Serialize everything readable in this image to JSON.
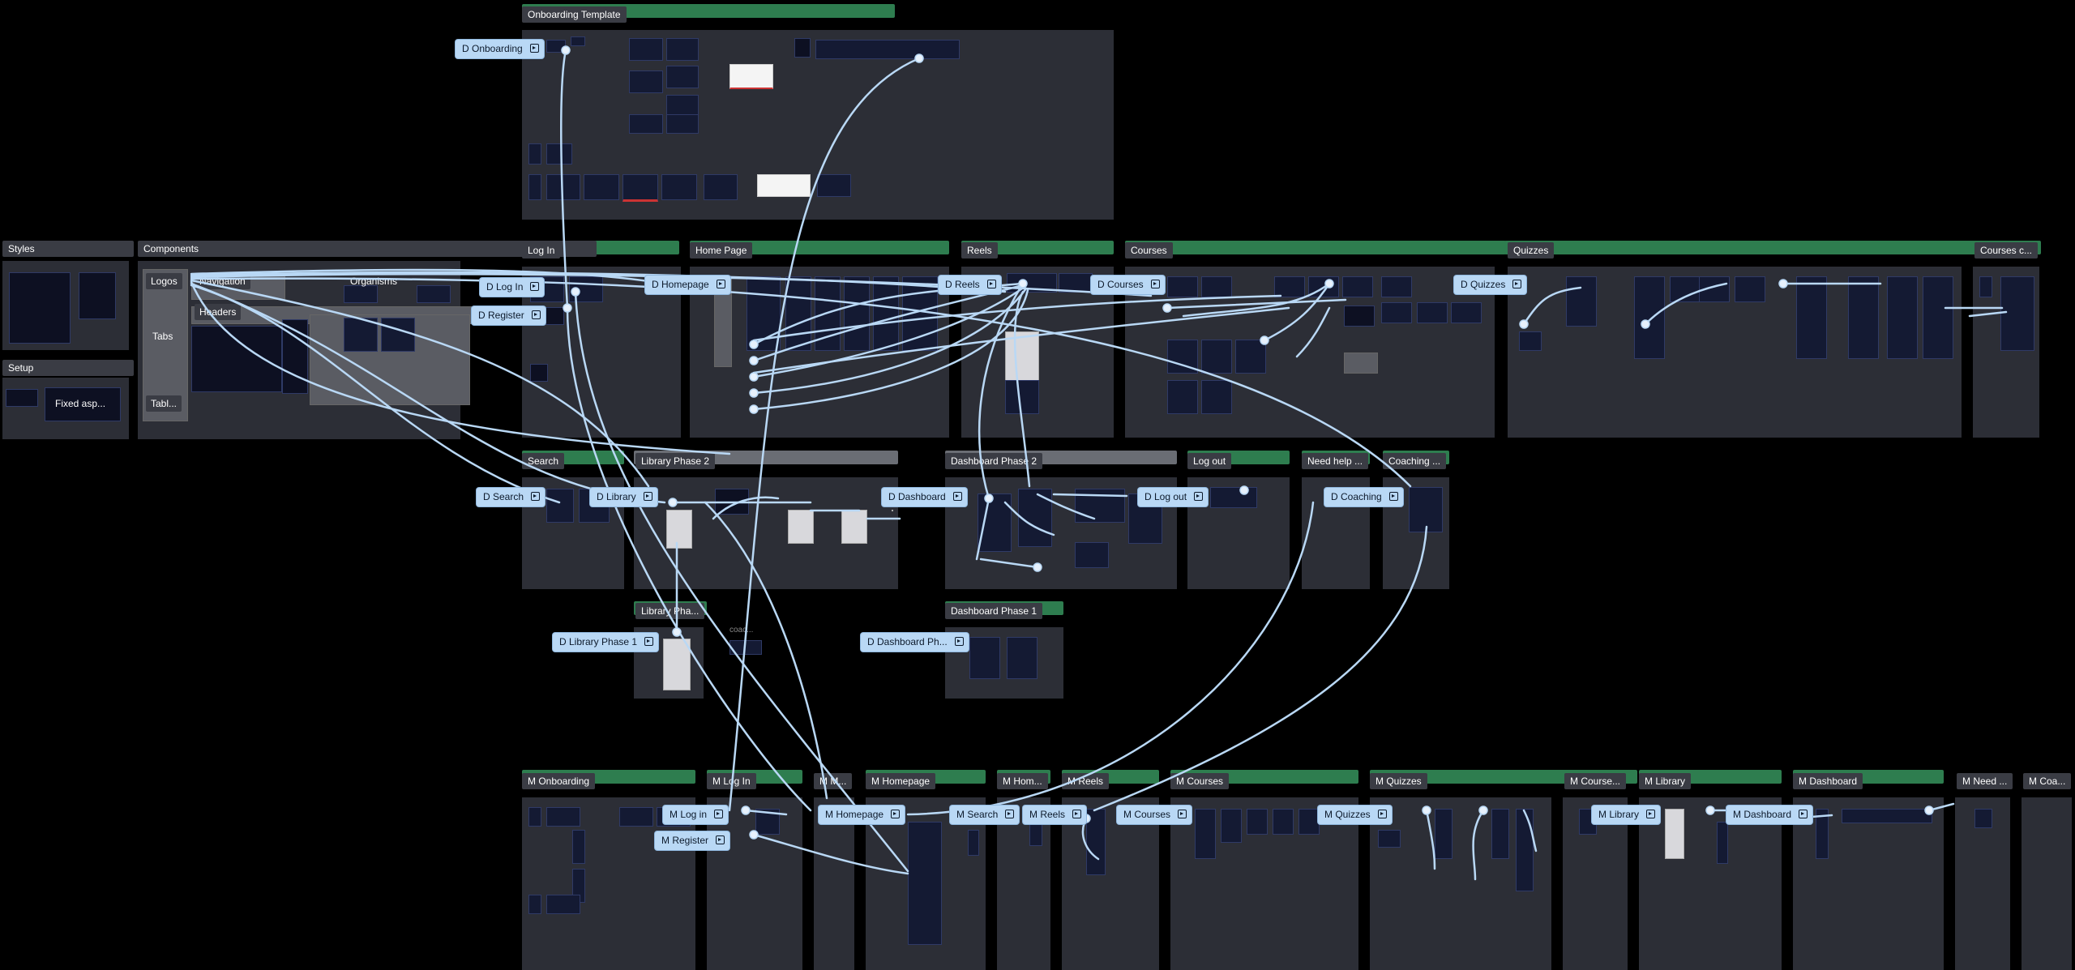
{
  "canvas": {
    "background": "#000000",
    "section_color": "#2c2e36",
    "bar_color": "#2e7d4f",
    "connector_color": "#b9d8f5"
  },
  "sections": {
    "onboarding_template": "Onboarding Template",
    "styles": "Styles",
    "components": "Components",
    "setup": "Setup",
    "log_in": "Log In",
    "home_page": "Home Page",
    "reels": "Reels",
    "courses": "Courses",
    "quizzes": "Quizzes",
    "courses_c": "Courses c...",
    "search": "Search",
    "library_phase_2": "Library Phase 2",
    "dashboard_phase_2": "Dashboard Phase 2",
    "log_out": "Log out",
    "need_help": "Need help ...",
    "coaching": "Coaching ...",
    "library_phase_1": "Library Pha...",
    "dashboard_phase_1": "Dashboard Phase 1",
    "m_onboarding": "M Onboarding",
    "m_log_in": "M Log In",
    "m_m": "M M...",
    "m_homepage": "M Homepage",
    "m_hom": "M Hom...",
    "m_reels": "M Reels",
    "m_courses": "M Courses",
    "m_quizzes": "M Quizzes",
    "m_course": "M Course...",
    "m_library": "M Library",
    "m_dashboard": "M Dashboard",
    "m_need": "M Need ...",
    "m_coa": "M Coa..."
  },
  "component_labels": {
    "logos": "Logos",
    "navigation": "Navigation",
    "organisms": "Organisms",
    "headers": "Headers",
    "tabs": "Tabs",
    "tabl": "Tabl...",
    "fixed_asp": "Fixed asp...",
    "coac": "coac..."
  },
  "flow_starts": {
    "d_onboarding": "D Onboarding",
    "d_log_in": "D Log In",
    "d_register": "D Register",
    "d_homepage": "D Homepage",
    "d_reels": "D Reels",
    "d_courses": "D Courses",
    "d_quizzes": "D Quizzes",
    "d_search": "D Search",
    "d_library": "D Library",
    "d_dashboard": "D Dashboard",
    "d_log_out": "D Log out",
    "d_coaching": "D Coaching",
    "d_library_phase_1": "D Library Phase 1",
    "d_dashboard_ph": "D Dashboard Ph...",
    "m_log_in": "M Log in",
    "m_register": "M Register",
    "m_homepage": "M Homepage",
    "m_search": "M Search",
    "m_reels": "M Reels",
    "m_courses": "M Courses",
    "m_quizzes": "M Quizzes",
    "m_library": "M Library",
    "m_dashboard": "M Dashboard"
  }
}
